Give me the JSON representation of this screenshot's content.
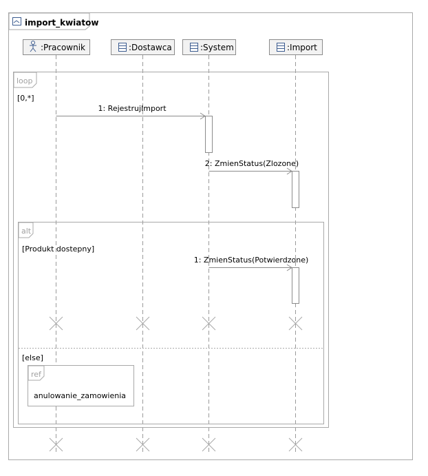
{
  "diagram": {
    "title": "import_kwiatow",
    "lifelines": [
      {
        "label": ":Pracownik",
        "icon": "actor-icon"
      },
      {
        "label": ":Dostawca",
        "icon": "class-icon"
      },
      {
        "label": ":System",
        "icon": "class-icon"
      },
      {
        "label": ":Import",
        "icon": "class-icon"
      }
    ],
    "loop": {
      "keyword": "loop",
      "guard": "[0,*]"
    },
    "alt": {
      "keyword": "alt",
      "guard_then": "[Produkt dostepny]",
      "guard_else": "[else]"
    },
    "ref": {
      "keyword": "ref",
      "name": "anulowanie_zamowienia"
    },
    "messages": [
      {
        "label": "1: RejestrujImport"
      },
      {
        "label": "2: ZmienStatus(Zlozone)"
      },
      {
        "label": "1: ZmienStatus(Potwierdzone)"
      }
    ]
  }
}
